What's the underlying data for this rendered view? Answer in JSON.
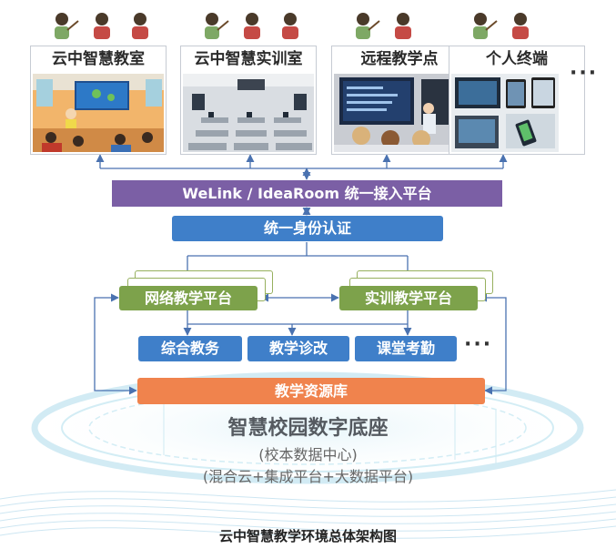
{
  "scenes": [
    {
      "title": "云中智慧教室",
      "icon": "classroom-illustration-icon"
    },
    {
      "title": "云中智慧实训室",
      "icon": "training-room-photo-icon"
    },
    {
      "title": "远程教学点",
      "icon": "remote-teaching-photo-icon"
    },
    {
      "title": "个人终端",
      "icon": "personal-devices-photo-icon"
    }
  ],
  "scenes_more": "···",
  "access_platform": "WeLink / IdeaRoom 统一接入平台",
  "identity": "统一身份认证",
  "network_platform": "网络教学平台",
  "training_platform": "实训教学平台",
  "services": [
    "综合教务",
    "教学诊改",
    "课堂考勤"
  ],
  "services_more": "···",
  "resource_library": "教学资源库",
  "base": {
    "title": "智慧校园数字底座",
    "subtitle1": "(校本数据中心)",
    "subtitle2": "(混合云+集成平台+大数据平台)"
  },
  "caption": "云中智慧教学环境总体架构图",
  "colors": {
    "purple": "#7b5fa5",
    "blue": "#3f7fc9",
    "green": "#7da24b",
    "orange": "#f0834d",
    "arrow": "#4a72b0"
  }
}
